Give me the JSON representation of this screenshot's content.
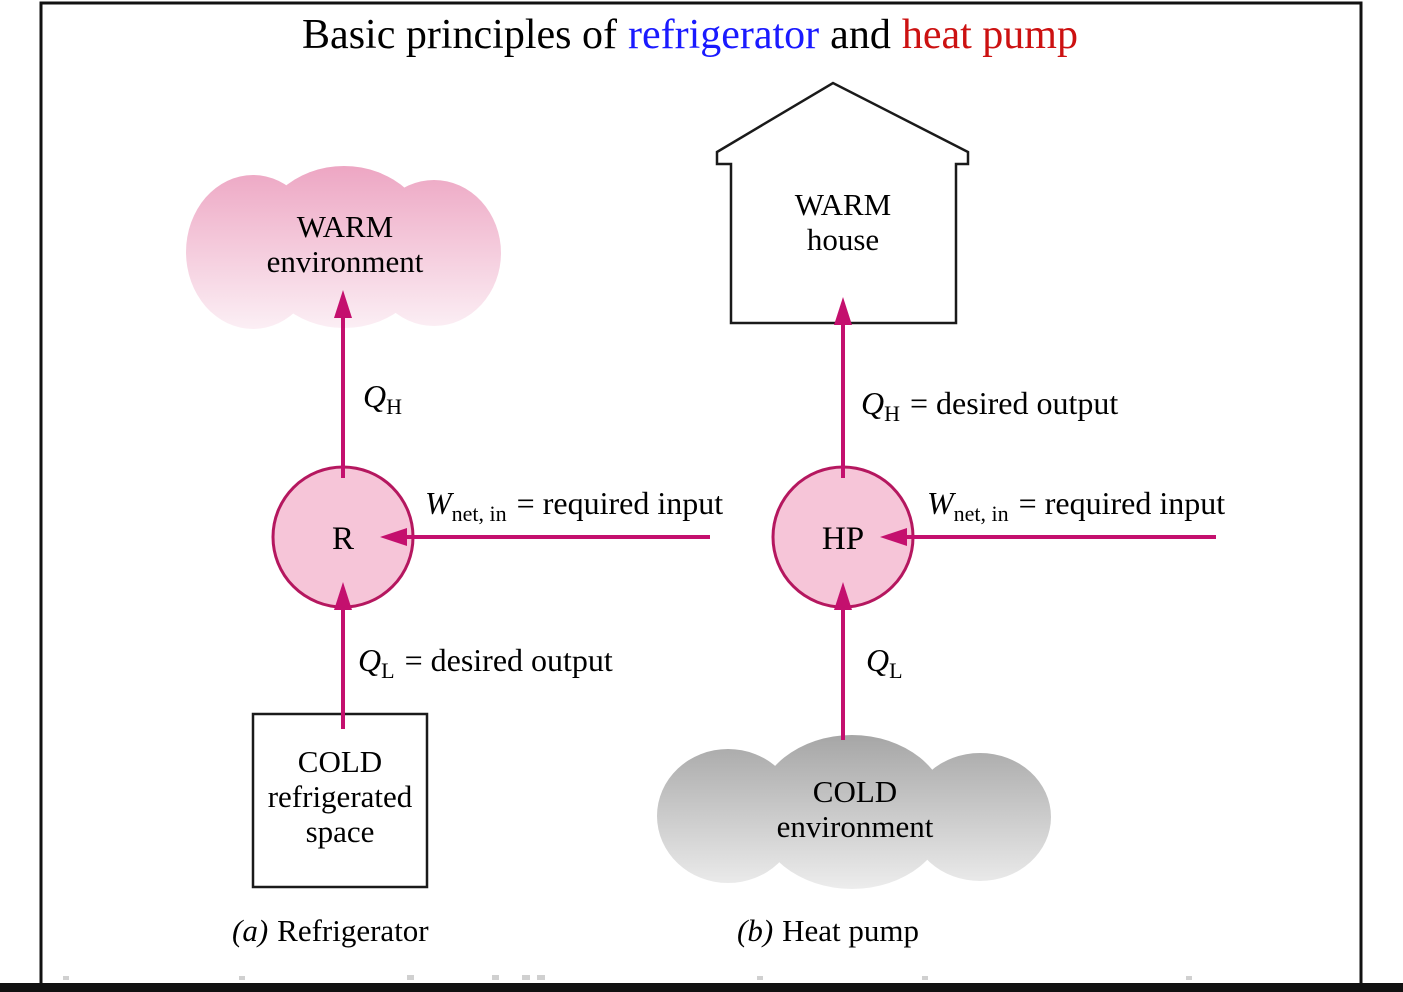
{
  "figure": {
    "title": {
      "prefix": "Basic principles of",
      "refrigerator_word": "refrigerator",
      "conjunction": "and",
      "heat_pump_word": "heat pump"
    }
  },
  "colors": {
    "title_text": "#000000",
    "refrigerator_blue": "#1A1AFF",
    "heat_pump_red": "#CC1111",
    "arrow_magenta": "#C4106E",
    "machine_circle_fill": "#F6C5D8",
    "machine_circle_stroke": "#B5175F",
    "pink_cloud_top": "#EDA6C3",
    "pink_cloud_bottom": "#FCF1F6",
    "gray_cloud_top": "#A5A5A5",
    "gray_cloud_bottom": "#EEEEEE",
    "outline": "#1A1A1A"
  },
  "refrigerator": {
    "warm_cloud": {
      "line1": "WARM",
      "line2": "environment"
    },
    "machine_label": "R",
    "qh_label": {
      "symbol": "Q",
      "subscript": "H"
    },
    "w_label": {
      "symbol": "W",
      "subscript": "net, in",
      "rest": "= required input"
    },
    "ql_label": {
      "symbol": "Q",
      "subscript": "L",
      "rest": "= desired output"
    },
    "cold_box": {
      "line1": "COLD",
      "line2": "refrigerated",
      "line3": "space"
    },
    "caption": {
      "index": "(a)",
      "text": "Refrigerator"
    }
  },
  "heat_pump": {
    "warm_house": {
      "line1": "WARM",
      "line2": "house"
    },
    "machine_label": "HP",
    "qh_label": {
      "symbol": "Q",
      "subscript": "H",
      "rest": "= desired output"
    },
    "w_label": {
      "symbol": "W",
      "subscript": "net, in",
      "rest": "= required input"
    },
    "ql_label": {
      "symbol": "Q",
      "subscript": "L"
    },
    "cold_cloud": {
      "line1": "COLD",
      "line2": "environment"
    },
    "caption": {
      "index": "(b)",
      "text": "Heat pump"
    }
  }
}
